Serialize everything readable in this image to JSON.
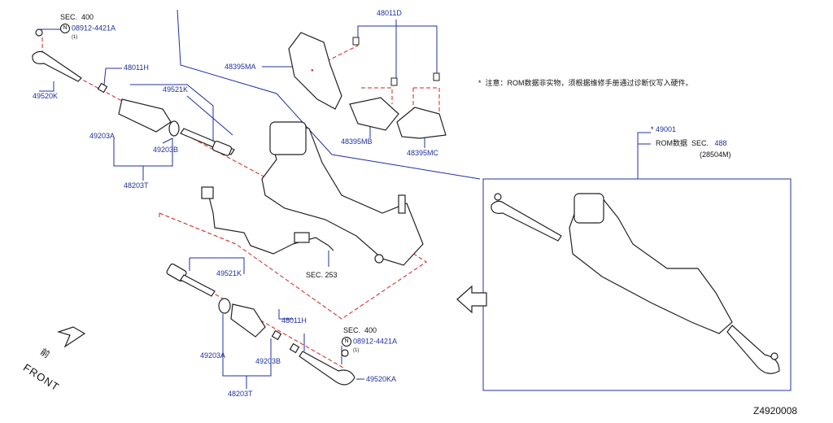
{
  "diagram_id": "Z4920008",
  "note": {
    "mark": "*",
    "text": "注意：ROM数据非实物，须根据维修手册通过诊断仪写入硬件。"
  },
  "inset": {
    "star_label": "49001",
    "rom_label": "ROM数据",
    "sec_prefix": "SEC.",
    "sec_number": "488",
    "sec_part": "(28504M)"
  },
  "front_label": "FRONT",
  "front_chinese": "前",
  "top_left_sec": {
    "sec_prefix": "SEC.",
    "sec_number": "400",
    "n_mark": "N",
    "part": "08912-4421A",
    "qty": "(1)"
  },
  "bottom_right_sec": {
    "sec_prefix": "SEC.",
    "sec_number": "400",
    "n_mark": "N",
    "part": "08912-4421A",
    "qty": "(1)"
  },
  "sec_253": "SEC.  253",
  "parts": {
    "p48011D": "48011D",
    "p48395MA": "48395MA",
    "p48395MB": "48395MB",
    "p48395MC": "48395MC",
    "p48011H_top": "48011H",
    "p49520K": "49520K",
    "p49521K_top": "49521K",
    "p49203A_top": "49203A",
    "p49203B_top": "49203B",
    "p48203T_top": "48203T",
    "p49521K_bot": "49521K",
    "p48011H_bot": "48011H",
    "p49203A_bot": "49203A",
    "p49203B_bot": "49203B",
    "p48203T_bot": "48203T",
    "p49520KA": "49520KA"
  }
}
